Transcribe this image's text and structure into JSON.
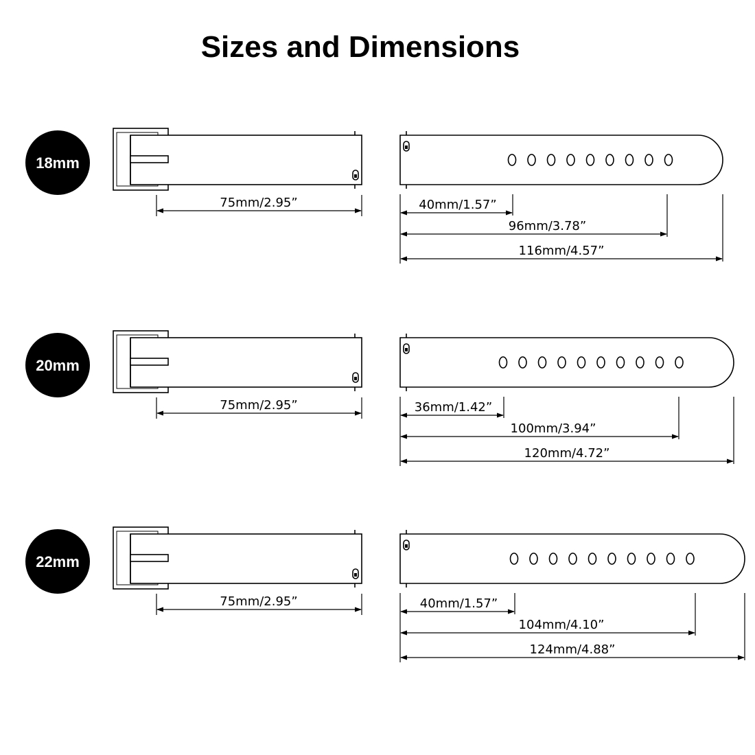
{
  "title": "Sizes and Dimensions",
  "rows": [
    {
      "size_label": "18mm",
      "buckle_length": "75mm/2.95”",
      "strap_dimensions": [
        "40mm/1.57”",
        "96mm/3.78”",
        "116mm/4.57”"
      ],
      "hole_count": 9
    },
    {
      "size_label": "20mm",
      "buckle_length": "75mm/2.95”",
      "strap_dimensions": [
        "36mm/1.42”",
        "100mm/3.94”",
        "120mm/4.72”"
      ],
      "hole_count": 10
    },
    {
      "size_label": "22mm",
      "buckle_length": "75mm/2.95”",
      "strap_dimensions": [
        "40mm/1.57”",
        "104mm/4.10”",
        "124mm/4.88”"
      ],
      "hole_count": 10
    }
  ],
  "colors": {
    "ink": "#000000",
    "badge": "#000000",
    "badge_text": "#ffffff"
  }
}
